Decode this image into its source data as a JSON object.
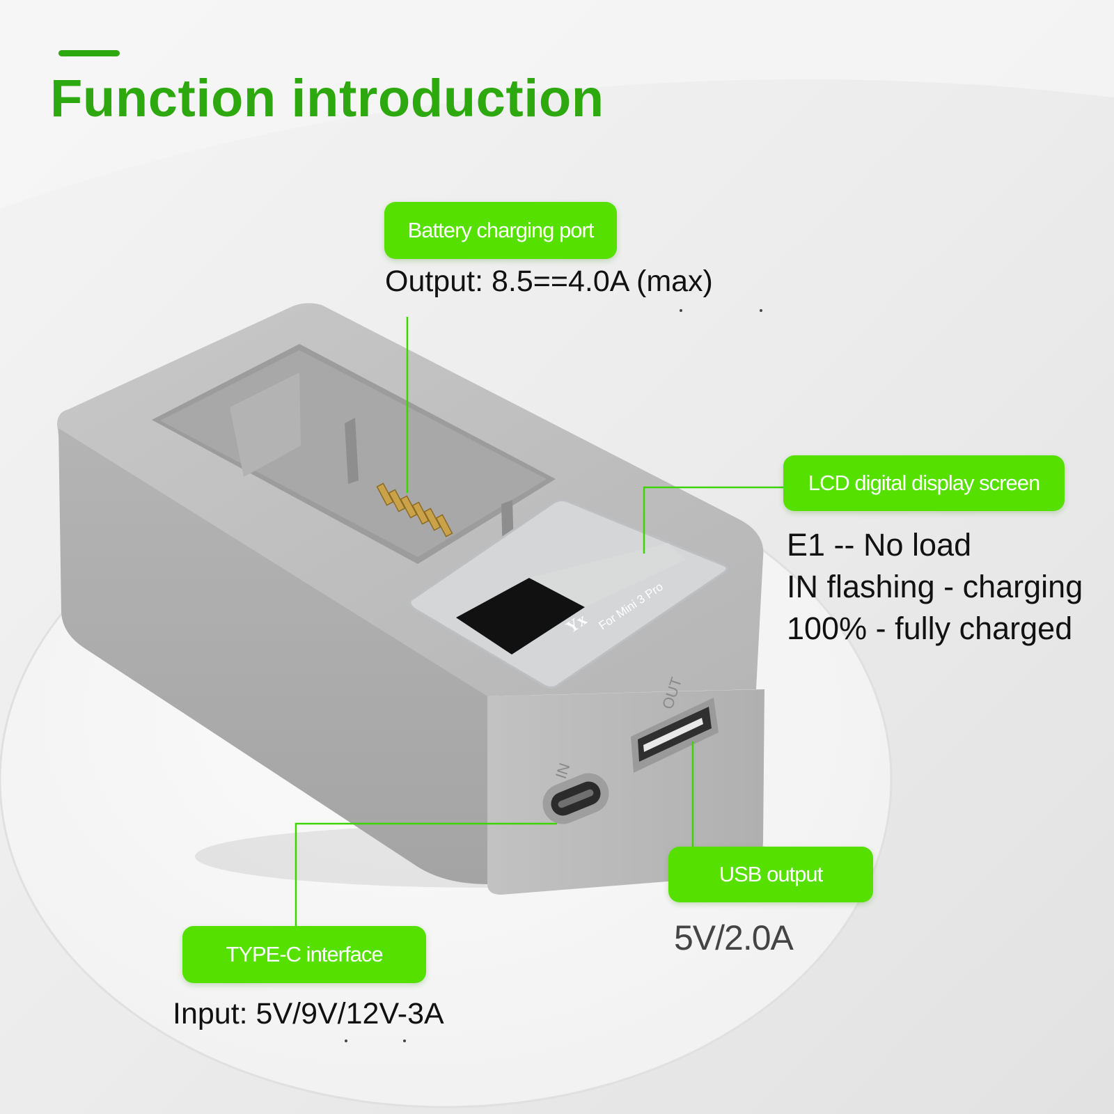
{
  "title": "Function introduction",
  "accent_color": "#2ea80f",
  "callouts": {
    "battery_port": {
      "label": "Battery charging port",
      "spec": "Output: 8.5==4.0A (max)"
    },
    "lcd": {
      "label": "LCD digital display screen",
      "lines": [
        "E1 -- No load",
        "IN flashing - charging",
        "100% - fully charged"
      ]
    },
    "usb": {
      "label": "USB output",
      "spec": "5V/2.0A"
    },
    "typec": {
      "label": "TYPE-C interface",
      "spec": "Input: 5V/9V/12V-3A"
    }
  },
  "device": {
    "brand_mark": "Yx",
    "model_text": "For Mini 3 Pro",
    "port_in_label": "IN",
    "port_out_label": "OUT",
    "body_color": "#b9b9b9",
    "callout_line_color": "#3ed400"
  }
}
